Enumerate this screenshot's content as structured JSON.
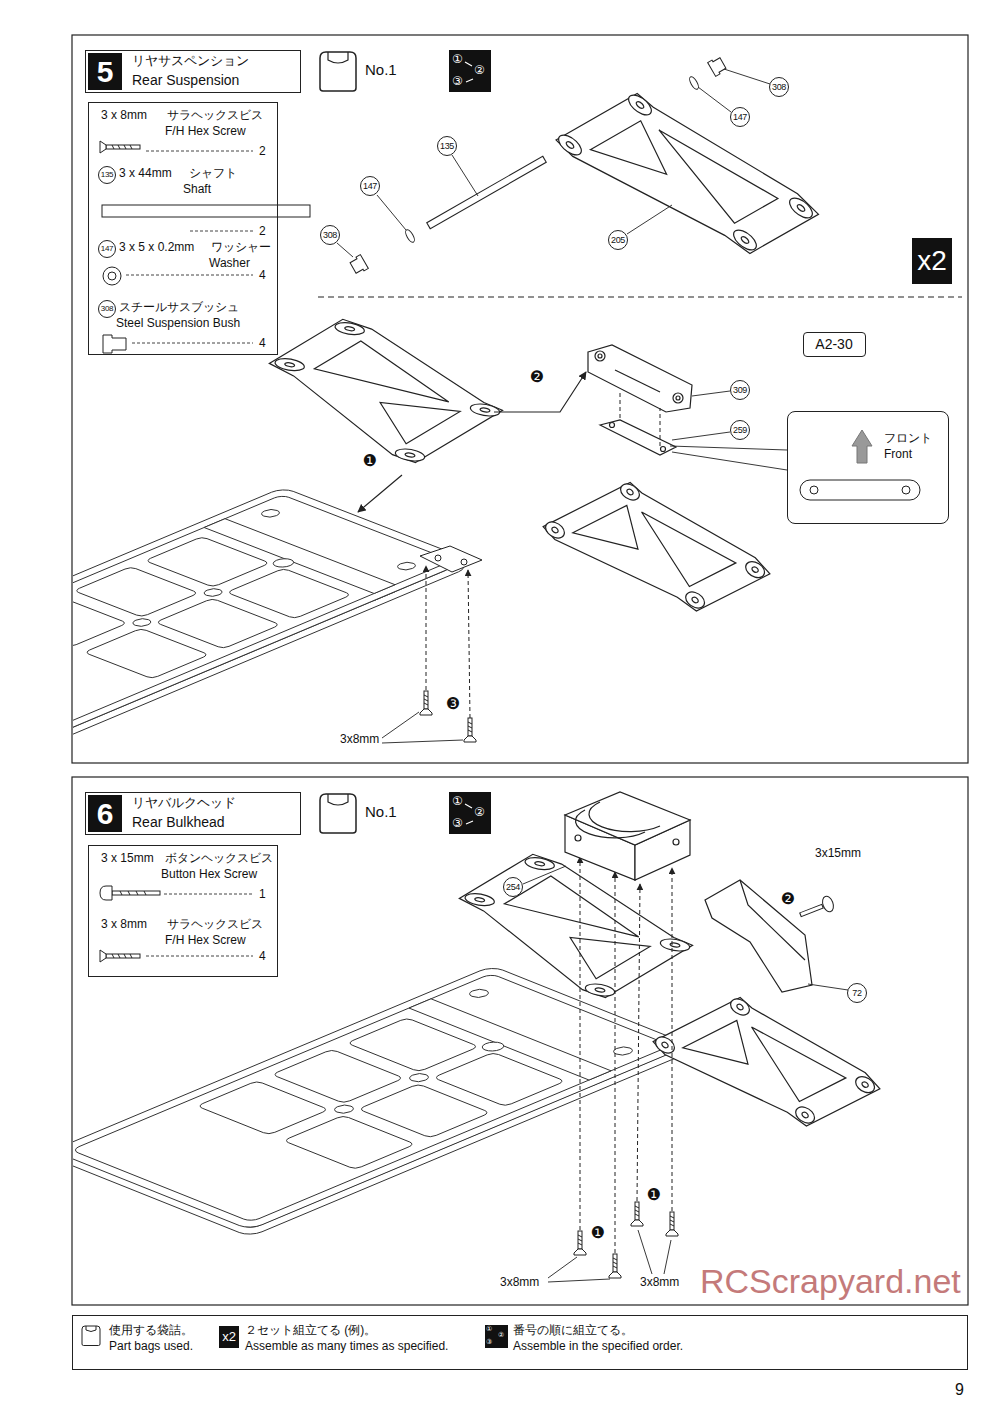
{
  "diagram": {
    "nodes": [
      {
        "text": [
          "5",
          "リヤサスペンション",
          "Rear Suspension"
        ]
      },
      {
        "text": [
          "3 x 8mm",
          "サラヘックスビス",
          "F/H Hex Screw",
          "2",
          "135",
          "3 x 44mm",
          "シャフト",
          "Shaft",
          "2",
          "147",
          "3 x 5 x 0.2mm",
          "ワッシャー",
          "Washer",
          "4",
          "308",
          "スチールサスブッシュ",
          "Steel Suspension Bush",
          "4"
        ]
      },
      {
        "text": [
          "x2"
        ]
      },
      {
        "text": [
          "A2-30"
        ]
      },
      {
        "text": [
          "フロント",
          "Front"
        ]
      },
      {
        "text": [
          "6",
          "リヤバルクヘッド",
          "Rear Bulkhead"
        ]
      },
      {
        "text": [
          "3 x 15mm",
          "ボタンヘックスビス",
          "Button Hex Screw",
          "1",
          "3 x 8mm",
          "サラヘックスビス",
          "F/H Hex Screw",
          "4"
        ]
      },
      {
        "text": [
          "使用する袋詰。",
          "Part bags used.",
          "x2",
          "２セット組立てる (例)。",
          "Assemble as many times as specified.",
          "番号の順に組立てる。",
          "Assemble in the specified order."
        ]
      }
    ],
    "labels": [
      "No.1",
      "①",
      "②",
      "③",
      "308",
      "147",
      "135",
      "147",
      "308",
      "205",
      "❷",
      "309",
      "259",
      "❶",
      "❸",
      "3x8mm",
      "No.1",
      "①",
      "②",
      "③",
      "254",
      "3x15mm",
      "❷",
      "72",
      "❶",
      "❶",
      "3x8mm",
      "3x8mm",
      "①",
      "②",
      "③",
      "RCScrapyard.net",
      "9"
    ]
  }
}
